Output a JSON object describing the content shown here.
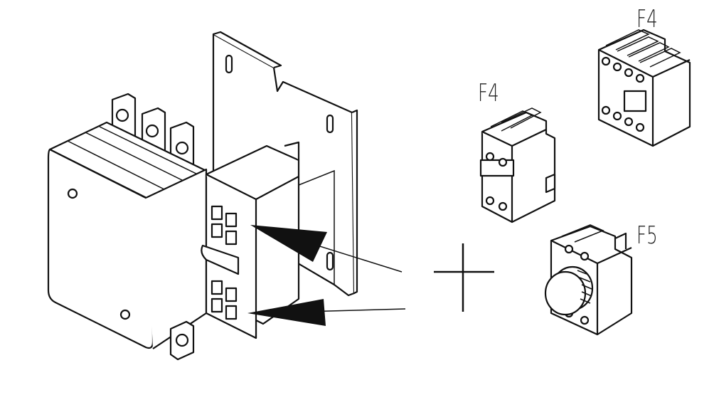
{
  "labels": {
    "f4_top": "F4",
    "f4_mid": "F4",
    "f5": "F5"
  },
  "symbols": {
    "plus": "plus-sign"
  },
  "colors": {
    "line": "#111111",
    "background": "#ffffff"
  }
}
